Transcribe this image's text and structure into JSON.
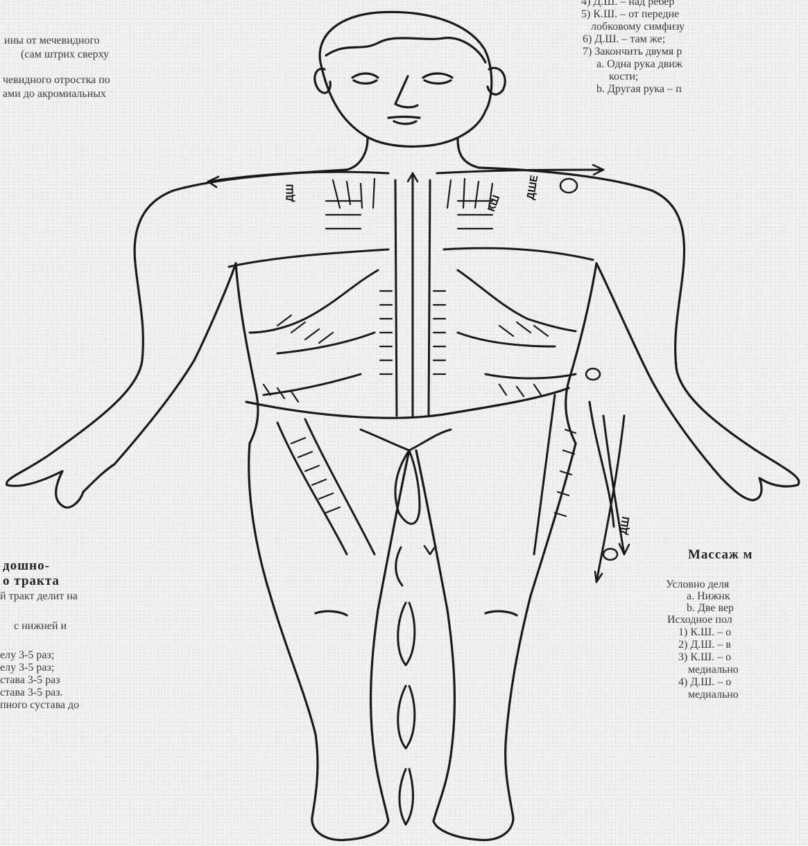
{
  "left_text": {
    "line1": "ины от мечевидного",
    "line2": "(сам штрих сверху",
    "line3": "чевидного отростка по",
    "line4": "ами до акромиальных",
    "section_title_1": "дошно-",
    "section_title_2": "о тракта",
    "line5": "й тракт делит на",
    "line6": "с нижней и",
    "list": [
      "елу 3-5 раз;",
      "елу 3-5 раз;",
      "става 3-5 раз",
      "става 3-5 раз.",
      "пного сустава до"
    ]
  },
  "right_text": {
    "top": [
      "4) Д.Ш. – над ребер",
      "5) К.Ш. – от передне",
      "лобковому симфизу",
      "6) Д.Ш. – там же;",
      "7) Закончить двумя р",
      "а. Одна рука движ",
      "кости;",
      "b. Другая рука – п"
    ],
    "section_title": "Массаж м",
    "lines": [
      "Условно деля",
      "a. Нижнк",
      "b. Две вер",
      "Исходное пол",
      "1) К.Ш. – о",
      "2) Д.Ш. – в",
      "3) К.Ш. – о",
      "медиально",
      "4) Д.Ш. – о",
      "медиально"
    ]
  },
  "figure_labels": {
    "shoulder_left": "ДШ",
    "shoulder_right": "ДШЕ",
    "chest_right": "КШ",
    "thigh_right": "ДШ"
  }
}
